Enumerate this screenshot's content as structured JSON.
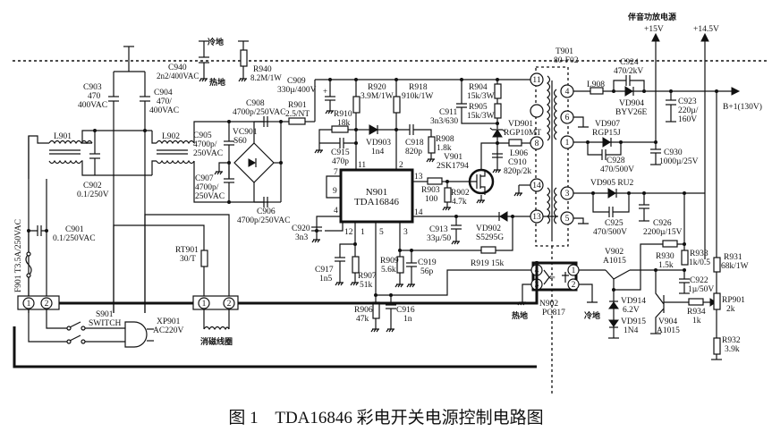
{
  "caption": {
    "figure_no": "图 1",
    "title": "TDA16846 彩电开关电源控制电路图"
  },
  "grounds": {
    "cold": "冷地",
    "hot": "热地"
  },
  "rails": {
    "audio_title": "伴音功放电源",
    "v15": "+15V",
    "v145": "+14.5V",
    "bplus": "B+1(130V)"
  },
  "components": {
    "C940": [
      "C940",
      "2n2/400VAC"
    ],
    "R940": [
      "R940",
      "8.2M/1W"
    ],
    "C903": [
      "C903",
      "470",
      "400VAC"
    ],
    "C904": [
      "C904",
      "470/",
      "400VAC"
    ],
    "L901": [
      "L901"
    ],
    "L902": [
      "L902"
    ],
    "C902": [
      "C902",
      "0.1/250V"
    ],
    "C901": [
      "C901",
      "0.1/250VAC"
    ],
    "F901": [
      "F901  T3.5A/250VAC"
    ],
    "C905": [
      "C905",
      "4700p/",
      "250VAC"
    ],
    "C907": [
      "C907",
      "4700p/",
      "250VAC"
    ],
    "C908": [
      "C908",
      "4700p/250VAC"
    ],
    "C906": [
      "C906",
      "4700p/250VAC"
    ],
    "VC901": [
      "VC901",
      "S60"
    ],
    "R901": [
      "R901",
      "2.5/NT"
    ],
    "C909": [
      "C909",
      "330µ/400V"
    ],
    "R910": [
      "R910",
      "18k"
    ],
    "C915": [
      "C915",
      "470p"
    ],
    "R920": [
      "R920",
      "3.9M/1W"
    ],
    "R918": [
      "R918",
      "910k/1W"
    ],
    "VD903": [
      "VD903",
      "1n4"
    ],
    "C918": [
      "C918",
      "820p"
    ],
    "R908": [
      "R908",
      "1.8k"
    ],
    "C911": [
      "C911",
      "3n3/630"
    ],
    "R904": [
      "R904",
      "15k/3W"
    ],
    "R905": [
      "R905",
      "15k/3W"
    ],
    "VD901": [
      "VD901",
      "RGP10MT"
    ],
    "L906": [
      "L906"
    ],
    "C910": [
      "C910",
      "820p/2k"
    ],
    "V901": [
      "V901",
      "2SK1794"
    ],
    "R903": [
      "R903",
      "100"
    ],
    "R902": [
      "R902",
      "4.7k"
    ],
    "N901": [
      "N901",
      "TDA16846"
    ],
    "C920": [
      "C920",
      "3n3"
    ],
    "C913": [
      "C913",
      "33µ/50"
    ],
    "VD902": [
      "VD902",
      "S5295G"
    ],
    "R919": [
      "R919 15k"
    ],
    "R909": [
      "R909",
      "5.6k"
    ],
    "C919": [
      "C919",
      "56p"
    ],
    "C917": [
      "C917",
      "1n5"
    ],
    "R907": [
      "R907",
      "51k"
    ],
    "R906": [
      "R906",
      "47k"
    ],
    "C916": [
      "C916",
      "1n"
    ],
    "RT901": [
      "RT901",
      "30/T"
    ],
    "S901": [
      "S901",
      "SWITCH"
    ],
    "XP901": [
      "XP901",
      "AC220V"
    ],
    "degauss": [
      "消磁线圈"
    ],
    "T901": [
      "T901",
      "80-F02"
    ],
    "L908": [
      "L908"
    ],
    "C924": [
      "C924",
      "470/2kV"
    ],
    "VD904": [
      "VD904",
      "BYV26E"
    ],
    "C923": [
      "C923",
      "220µ/",
      "160V"
    ],
    "VD907": [
      "VD907",
      "RGP15J"
    ],
    "C928": [
      "C928",
      "470/500V"
    ],
    "C930": [
      "C930",
      "1000µ/25V"
    ],
    "VD905": [
      "VD905 RU2"
    ],
    "C925": [
      "C925",
      "470/500V"
    ],
    "C926": [
      "C926",
      "2200µ/15V"
    ],
    "N902": [
      "N902",
      "PC817"
    ],
    "V902": [
      "V902",
      "A1015"
    ],
    "VD914": [
      "VD914",
      "6.2V"
    ],
    "VD915": [
      "VD915",
      "1N4"
    ],
    "R930": [
      "R930",
      "1.5k"
    ],
    "R933": [
      "R933",
      "1k/0.5"
    ],
    "C922": [
      "C922",
      "1µ/50V"
    ],
    "R931": [
      "R931",
      "68k/1W"
    ],
    "RP901": [
      "RP901",
      "2k"
    ],
    "R934": [
      "R934",
      "1k"
    ],
    "V904": [
      "V904",
      "A1015"
    ],
    "R932": [
      "R932",
      "3.9k"
    ]
  },
  "pins": {
    "n901": [
      "7",
      "9",
      "11",
      "2",
      "13",
      "4",
      "14",
      "12",
      "1",
      "5",
      "3"
    ],
    "t901": [
      "11",
      "4",
      "6",
      "8",
      "1",
      "14",
      "3",
      "13",
      "5"
    ],
    "n902": [
      "4",
      "3",
      "1",
      "2"
    ],
    "connectors": [
      "1",
      "2",
      "1",
      "2"
    ]
  }
}
